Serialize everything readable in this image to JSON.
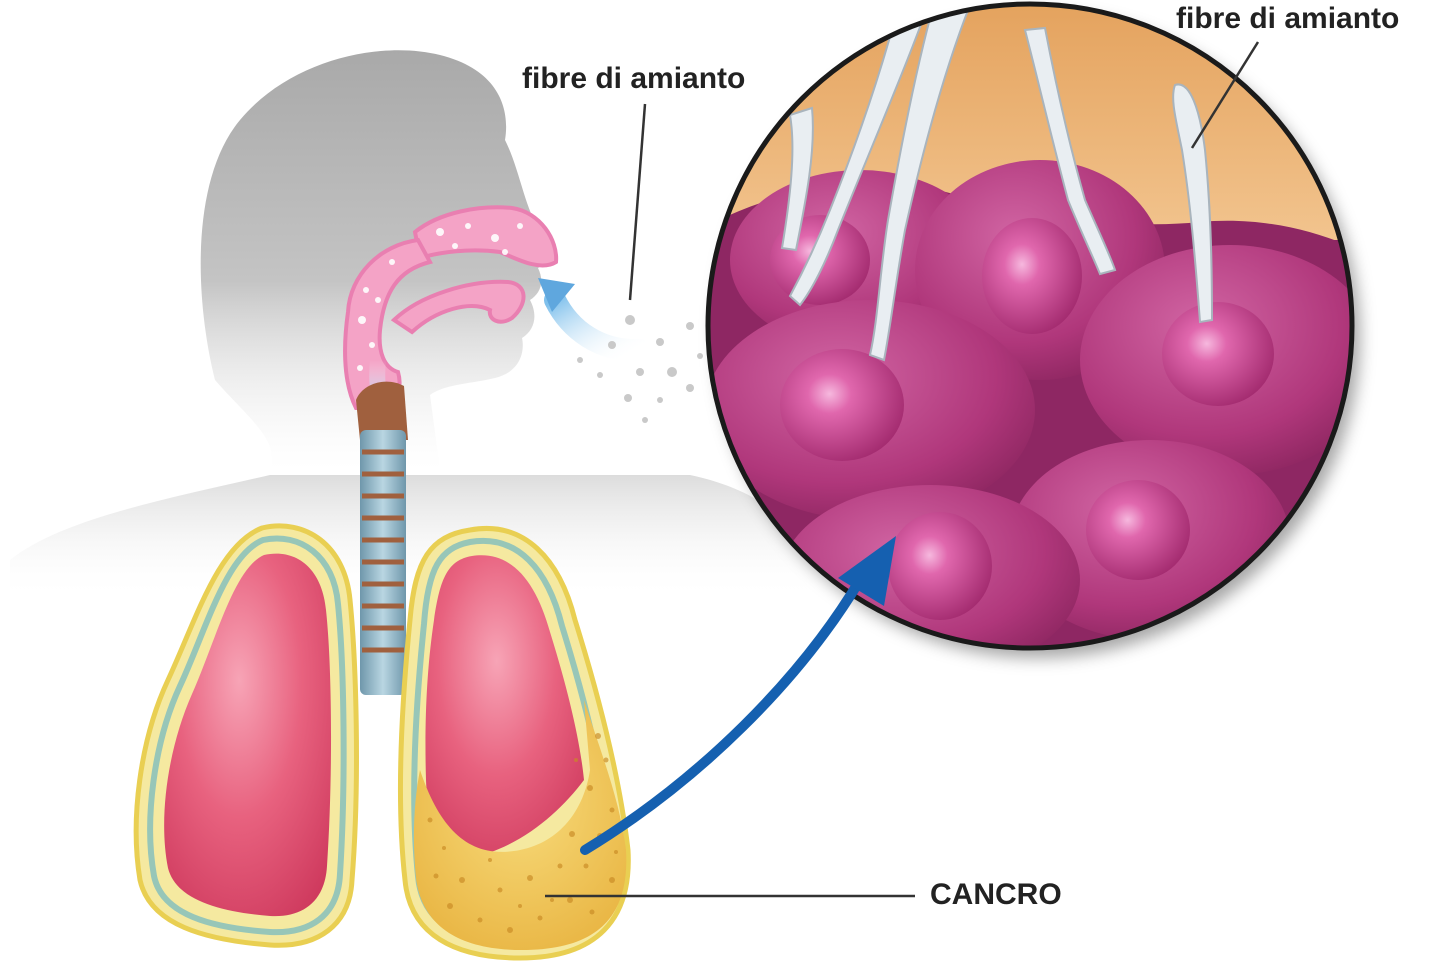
{
  "labels": {
    "fibers_inhaled": "fibre di amianto",
    "fibers_closeup": "fibre di amianto",
    "cancer": "CANCRO"
  },
  "colors": {
    "head_silhouette": "#b9b9b9",
    "airway_pink": "#f29cc4",
    "trachea_blue": "#8fb5c6",
    "trachea_rings": "#a0603e",
    "lung_pink": "#e0486e",
    "lung_border_yellow": "#f3e27a",
    "tumor_yellow": "#f0c24e",
    "cell_magenta": "#b3397e",
    "cell_nucleus": "#d24c98",
    "background_tan": "#e8a765",
    "fiber_white": "#e9eef2",
    "arrow_blue": "#1560b0",
    "inhale_arrow_blue": "#a9d4ef",
    "leader_line": "#333333"
  }
}
